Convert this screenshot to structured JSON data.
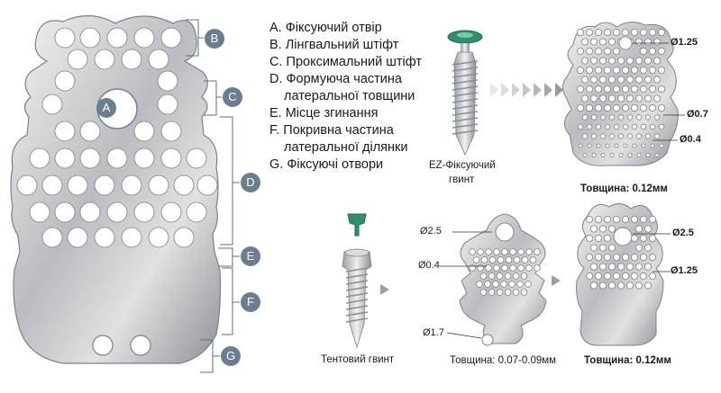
{
  "legend": {
    "a": "A. Фіксуючий отвір",
    "b": "B. Лінгвальний штіфт",
    "c": "C. Проксимальний штіфт",
    "d1": "D. Формуюча частина",
    "d2": "латеральної товщини",
    "e": "E. Місце згинання",
    "f1": "F. Покривна частина",
    "f2": "латеральної ділянки",
    "g": "G. Фіксуючі отвори"
  },
  "markers": {
    "a": "A",
    "b": "B",
    "c": "C",
    "d": "D",
    "e": "E",
    "f": "F",
    "g": "G"
  },
  "captions": {
    "ez_screw_1": "EZ-Фіксуючий",
    "ez_screw_2": "гвинт",
    "tent_screw": "Тентовий гвинт",
    "thickness_top_right": "Товщина: 0.12мм",
    "thickness_mid": "Товщина: 0.07-0.09мм",
    "thickness_bottom_right": "Товщина: 0.12мм"
  },
  "dimensions": {
    "tr_d125": "Ø1.25",
    "tr_d07": "Ø0.7",
    "tr_d04": "Ø0.4",
    "m_d25": "Ø2.5",
    "m_d04": "Ø0.4",
    "m_d17": "Ø1.7",
    "br_d25": "Ø2.5",
    "br_d125": "Ø1.25"
  },
  "colors": {
    "badge": "#6b7e91",
    "metal_light": "#e4e6e8",
    "metal_dark": "#8e9196",
    "screw_head_green": "#2f8f6a",
    "arrow_grey": "#9a9ea3"
  }
}
